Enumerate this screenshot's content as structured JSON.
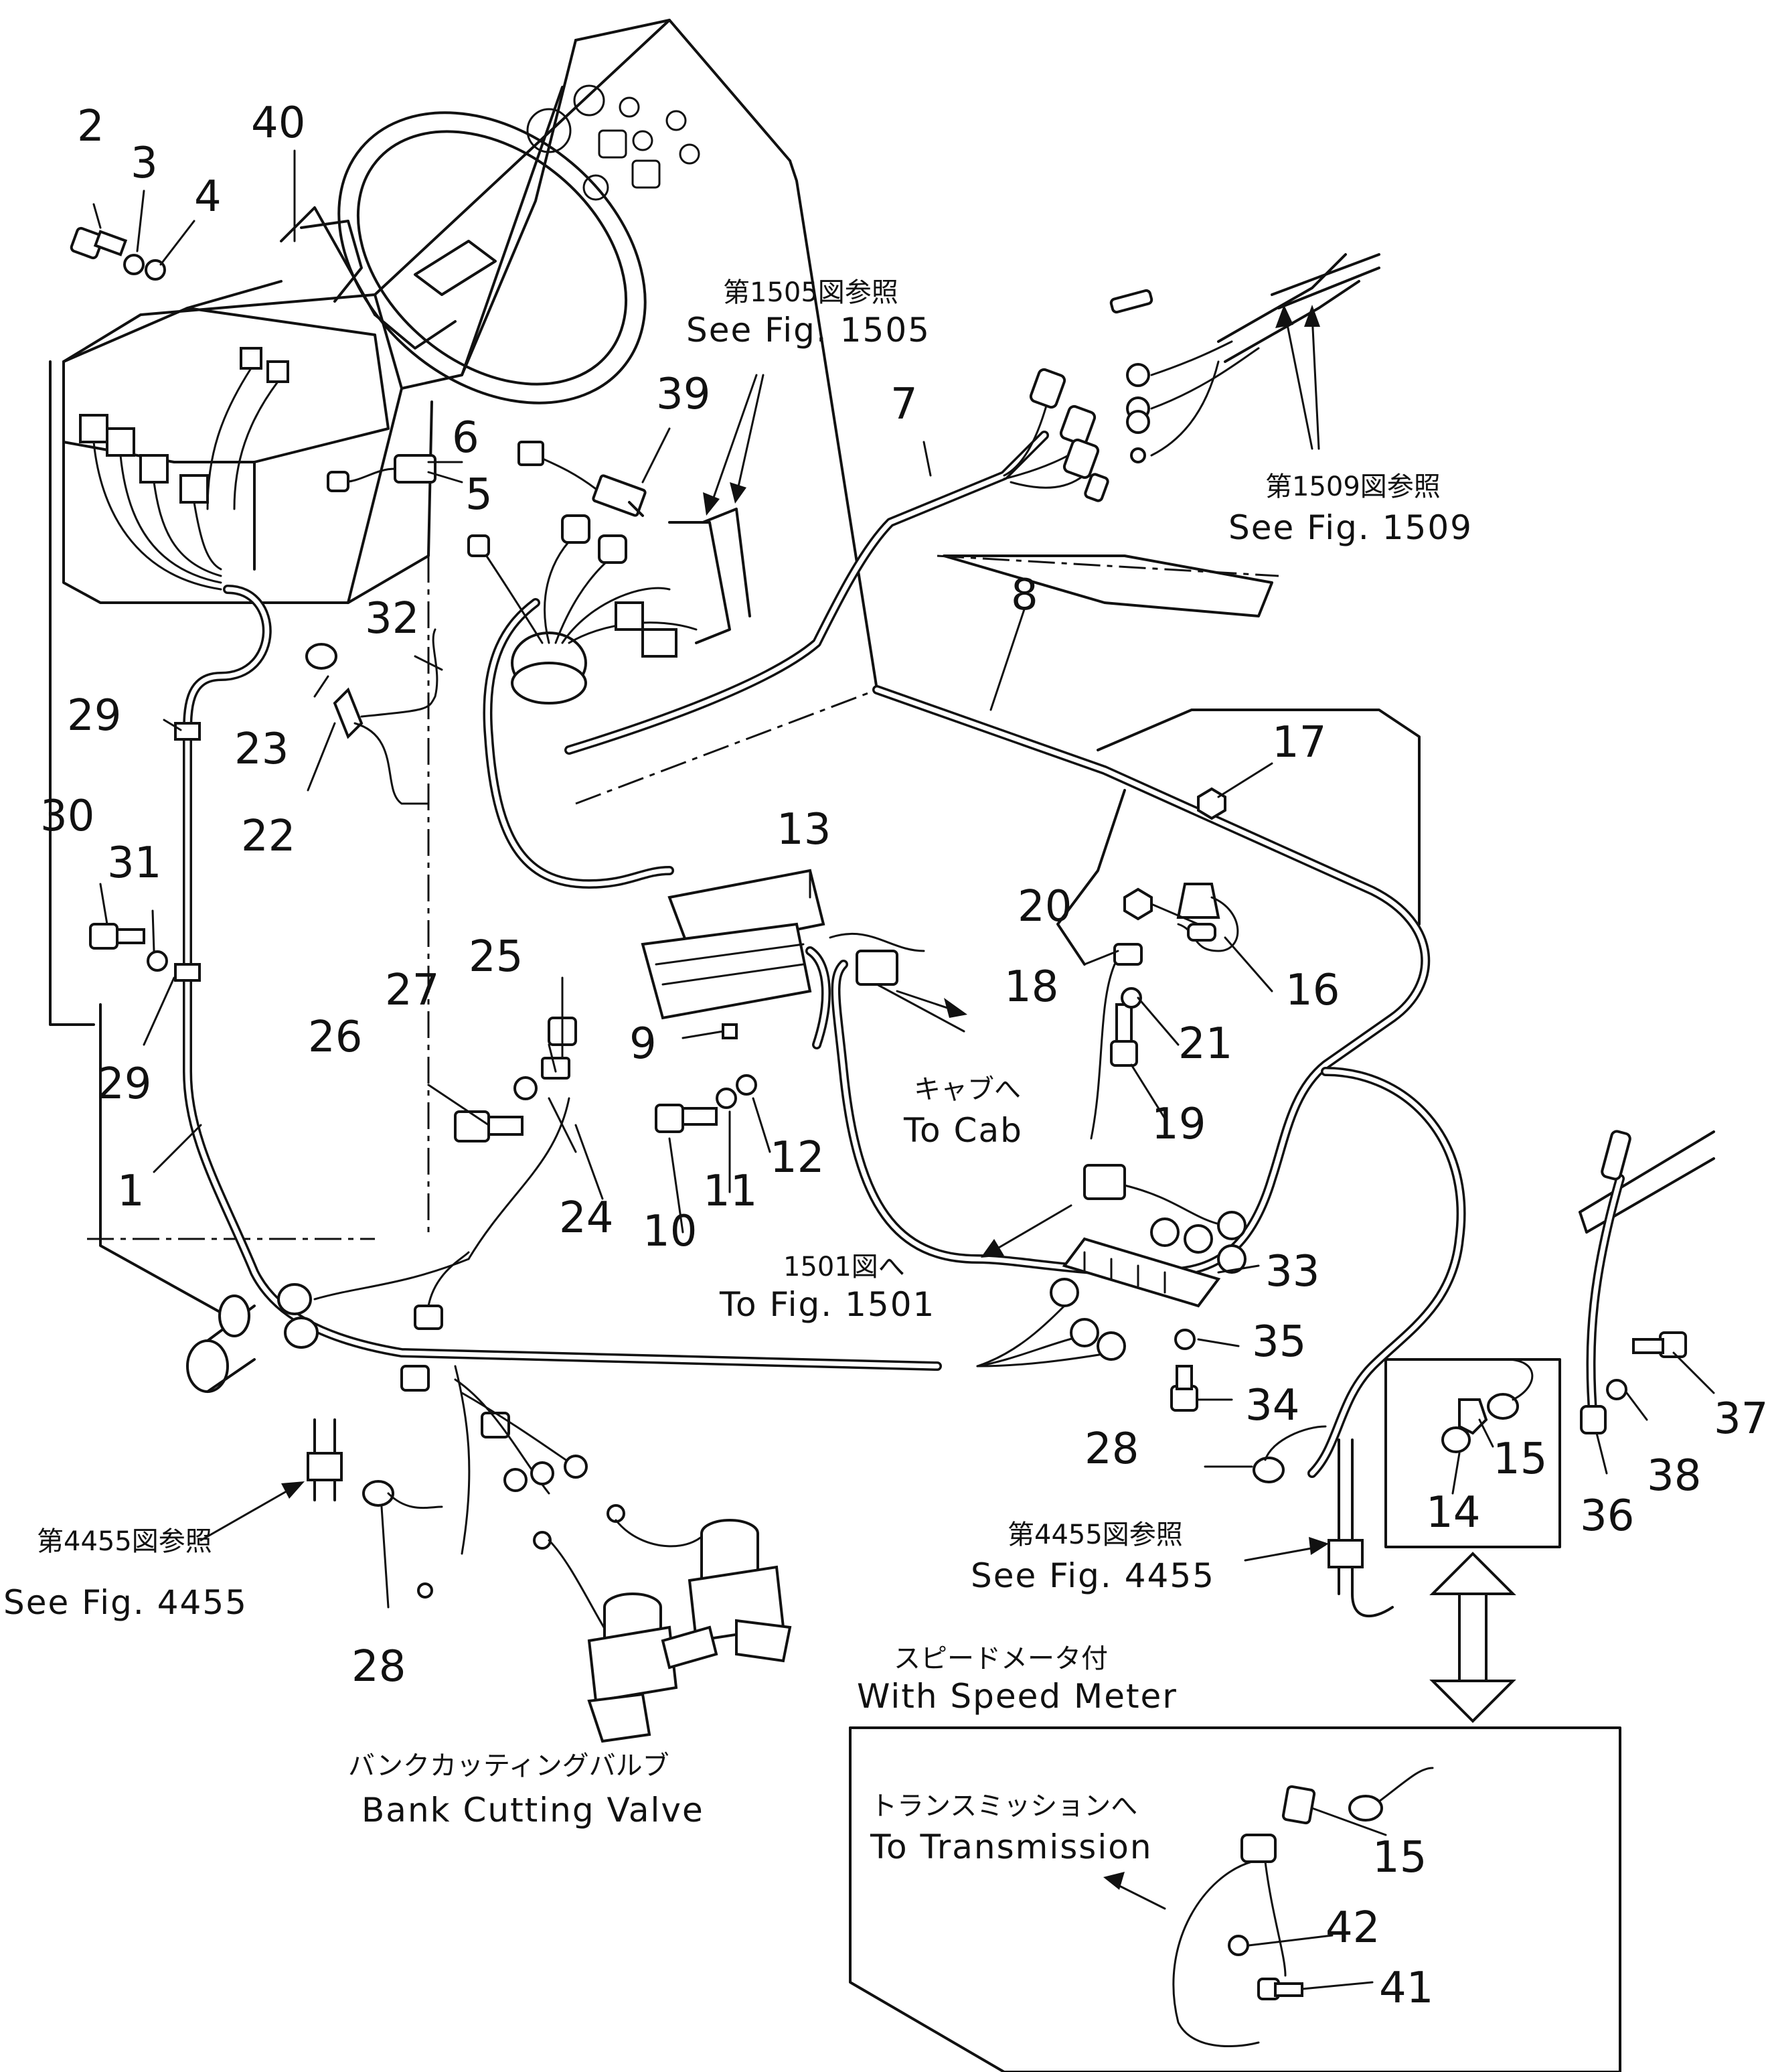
{
  "callouts": {
    "c1": "1",
    "c2": "2",
    "c3": "3",
    "c4": "4",
    "c5": "5",
    "c6": "6",
    "c7": "7",
    "c8": "8",
    "c9": "9",
    "c10": "10",
    "c11": "11",
    "c12": "12",
    "c13": "13",
    "c14": "14",
    "c15a": "15",
    "c15b": "15",
    "c16": "16",
    "c17": "17",
    "c18": "18",
    "c19": "19",
    "c20": "20",
    "c21": "21",
    "c22": "22",
    "c23": "23",
    "c24": "24",
    "c25": "25",
    "c26": "26",
    "c27": "27",
    "c28a": "28",
    "c28b": "28",
    "c29a": "29",
    "c29b": "29",
    "c30": "30",
    "c31": "31",
    "c32": "32",
    "c33": "33",
    "c34": "34",
    "c35": "35",
    "c36": "36",
    "c37": "37",
    "c38": "38",
    "c39": "39",
    "c40": "40",
    "c41": "41",
    "c42": "42"
  },
  "references": {
    "fig1505_jp": "第1505図参照",
    "fig1505_en": "See Fig. 1505",
    "fig1509_jp": "第1509図参照",
    "fig1509_en": "See Fig. 1509",
    "to_cab_jp": "キャブへ",
    "to_cab_en": "To Cab",
    "fig1501_jp": "1501図へ",
    "fig1501_en": "To Fig. 1501",
    "fig4455_left_jp": "第4455図参照",
    "fig4455_left_en": "See Fig. 4455",
    "fig4455_right_jp": "第4455図参照",
    "fig4455_right_en": "See Fig. 4455",
    "speed_meter_jp": "スピードメータ付",
    "speed_meter_en": "With Speed Meter",
    "bank_valve_jp": "バンクカッティングバルブ",
    "bank_valve_en": "Bank Cutting Valve",
    "transmission_jp": "トランスミッションへ",
    "transmission_en": "To Transmission"
  }
}
